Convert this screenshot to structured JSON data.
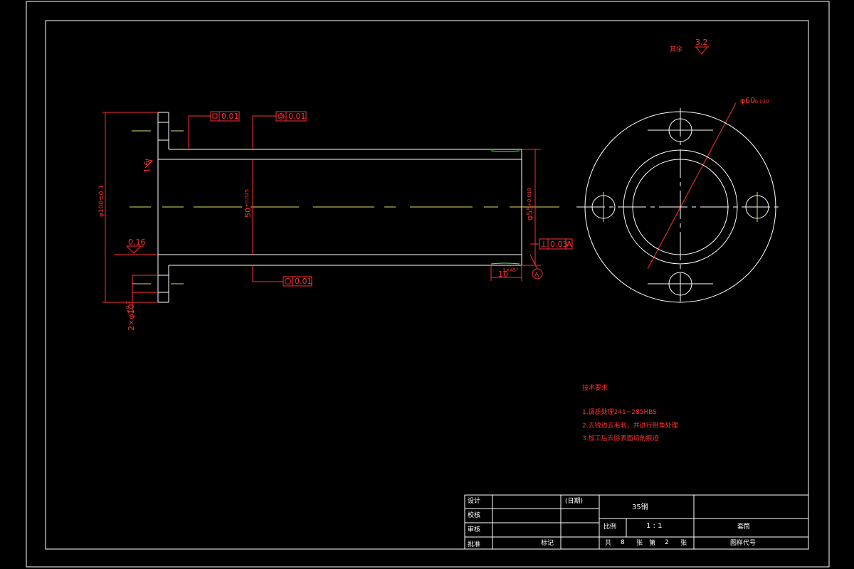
{
  "roughness": {
    "label": "其余",
    "value": "3.2"
  },
  "dimensions": {
    "flange_diameter": "φ100±0.1",
    "flange_thickness": "10",
    "inner_roughness": "1.6",
    "bore": "50",
    "bore_tol": "+0.025",
    "outer_diameter": "φ55",
    "outer_tol": "+0.019",
    "shoulder_roughness": "0.16",
    "holes": "2×φ10",
    "holes_tol": "+0.2",
    "chamfer": "1×45°",
    "chamfer_dim": "10",
    "right_view_diameter": "φ60",
    "right_view_tol": "-0.030"
  },
  "tolerances": {
    "flatness": "0.01",
    "concentricity": "0.01",
    "position": "0.01",
    "perpendicularity": "0.03",
    "datum": "A"
  },
  "notes": {
    "title": "技术要求",
    "items": [
      "1.调质处理241~285HBS",
      "2.去锐边去毛刺，并进行倒角处理",
      "3.加工后去除表面切削痕迹"
    ]
  },
  "title_block": {
    "design": "设计",
    "check": "校核",
    "review": "审核",
    "approve": "批准",
    "date": "(日期)",
    "material": "35钢",
    "scale_label": "比例",
    "scale_value": "1 : 1",
    "part_name": "套筒",
    "total_label": "共",
    "total_value": "8",
    "sheet_label": "张",
    "sheet_word": "第",
    "sheet_value": "2",
    "sheet_unit": "张",
    "drawing_no_label": "图样代号",
    "seal_label": "标记"
  }
}
